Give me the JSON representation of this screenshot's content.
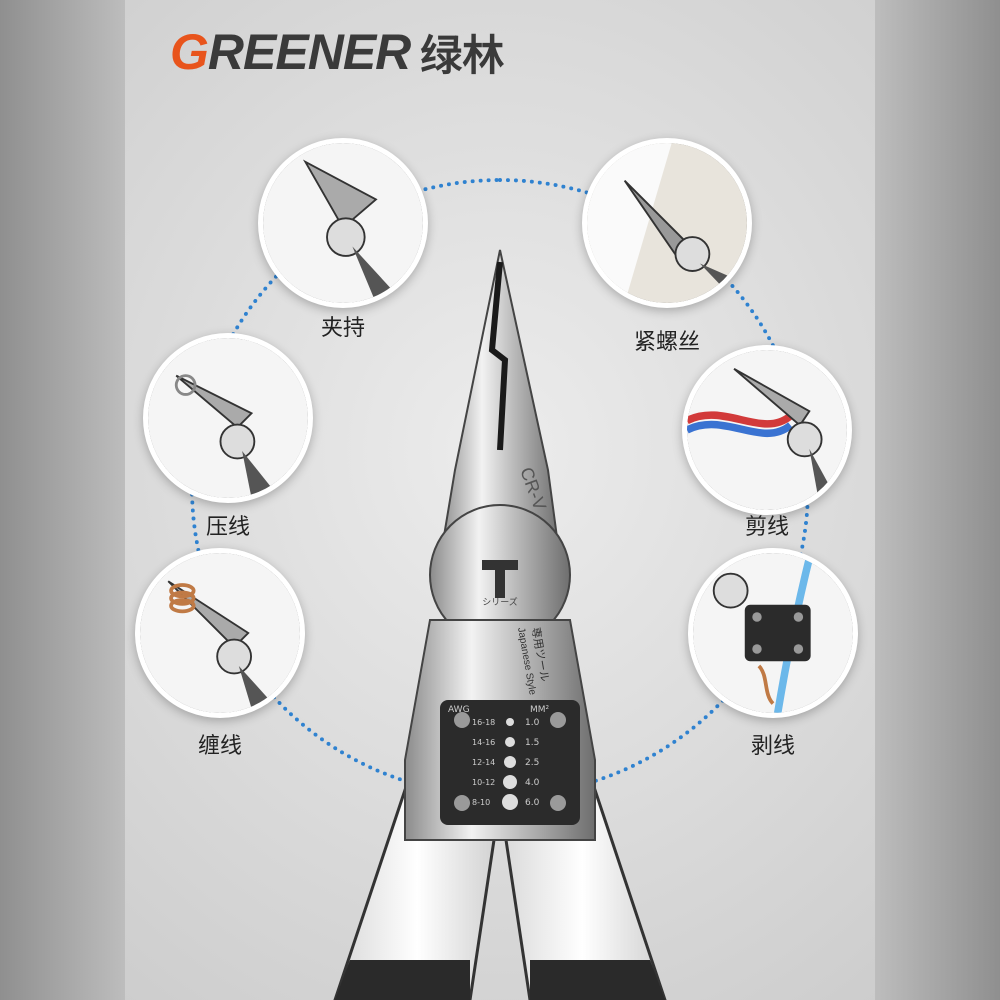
{
  "brand": {
    "latin_first": "G",
    "latin_rest": "REENER",
    "chinese": "绿林",
    "accent_color": "#e8541c",
    "text_color": "#3a3a3a"
  },
  "ring_color": "#2f82d0",
  "features": [
    {
      "label": "夹持",
      "icon": "clamping-plier-icon"
    },
    {
      "label": "紧螺丝",
      "icon": "screw-tightening-icon"
    },
    {
      "label": "压线",
      "icon": "wire-crimping-icon"
    },
    {
      "label": "剪线",
      "icon": "wire-cutting-icon"
    },
    {
      "label": "缠线",
      "icon": "wire-winding-icon"
    },
    {
      "label": "剥线",
      "icon": "wire-stripping-icon"
    }
  ],
  "plier": {
    "steel_mark": "CR-V",
    "series_mark": "シリーズ",
    "japanese_text": "専用ツール",
    "style_text": "Japanese Style",
    "gauge": {
      "awg_header": "AWG",
      "mm_header": "MM²",
      "rows": [
        {
          "awg": "16-18",
          "mm": "1.0"
        },
        {
          "awg": "14-16",
          "mm": "1.5"
        },
        {
          "awg": "12-14",
          "mm": "2.5"
        },
        {
          "awg": "10-12",
          "mm": "4.0"
        },
        {
          "awg": "8-10",
          "mm": "6.0"
        }
      ]
    }
  }
}
